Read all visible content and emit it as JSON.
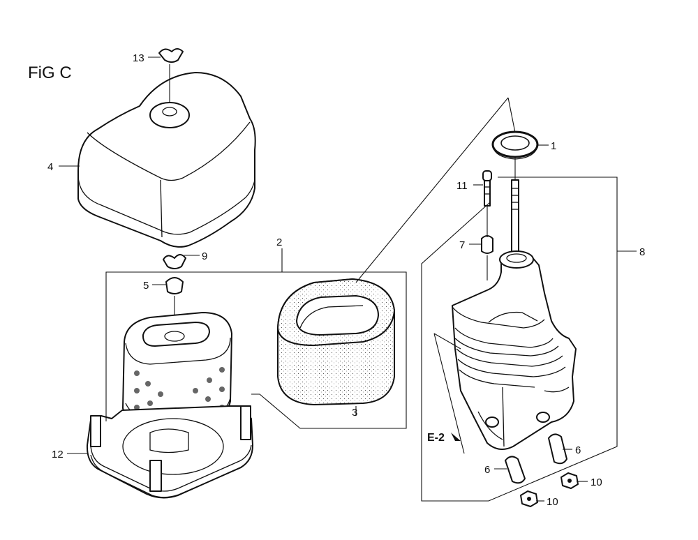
{
  "figure": {
    "title": "FiG C",
    "section_ref": "E-2"
  },
  "callouts": {
    "c1": "1",
    "c2": "2",
    "c3": "3",
    "c4": "4",
    "c5": "5",
    "c6a": "6",
    "c6b": "6",
    "c7": "7",
    "c8": "8",
    "c9": "9",
    "c10a": "10",
    "c10b": "10",
    "c11": "11",
    "c12": "12",
    "c13": "13"
  }
}
